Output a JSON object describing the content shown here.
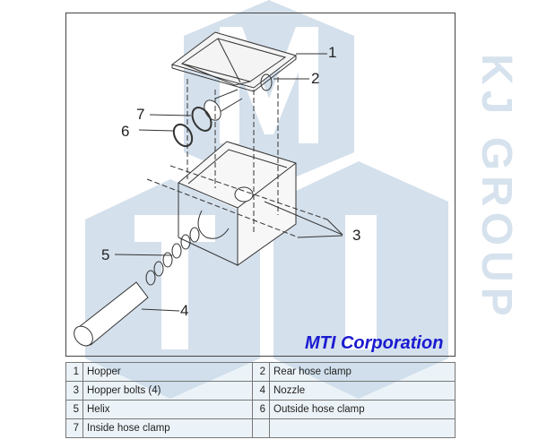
{
  "callouts": [
    "1",
    "2",
    "3",
    "4",
    "5",
    "6",
    "7"
  ],
  "brand": "MTI Corporation",
  "watermark": "KJ GROUP",
  "parts": [
    {
      "left": {
        "num": "1",
        "name": "Hopper"
      },
      "right": {
        "num": "2",
        "name": "Rear hose clamp"
      }
    },
    {
      "left": {
        "num": "3",
        "name": "Hopper bolts (4)"
      },
      "right": {
        "num": "4",
        "name": "Nozzle"
      }
    },
    {
      "left": {
        "num": "5",
        "name": "Helix"
      },
      "right": {
        "num": "6",
        "name": "Outside hose clamp"
      }
    },
    {
      "left": {
        "num": "7",
        "name": "Inside hose clamp"
      },
      "right": {
        "num": "",
        "name": ""
      }
    }
  ]
}
